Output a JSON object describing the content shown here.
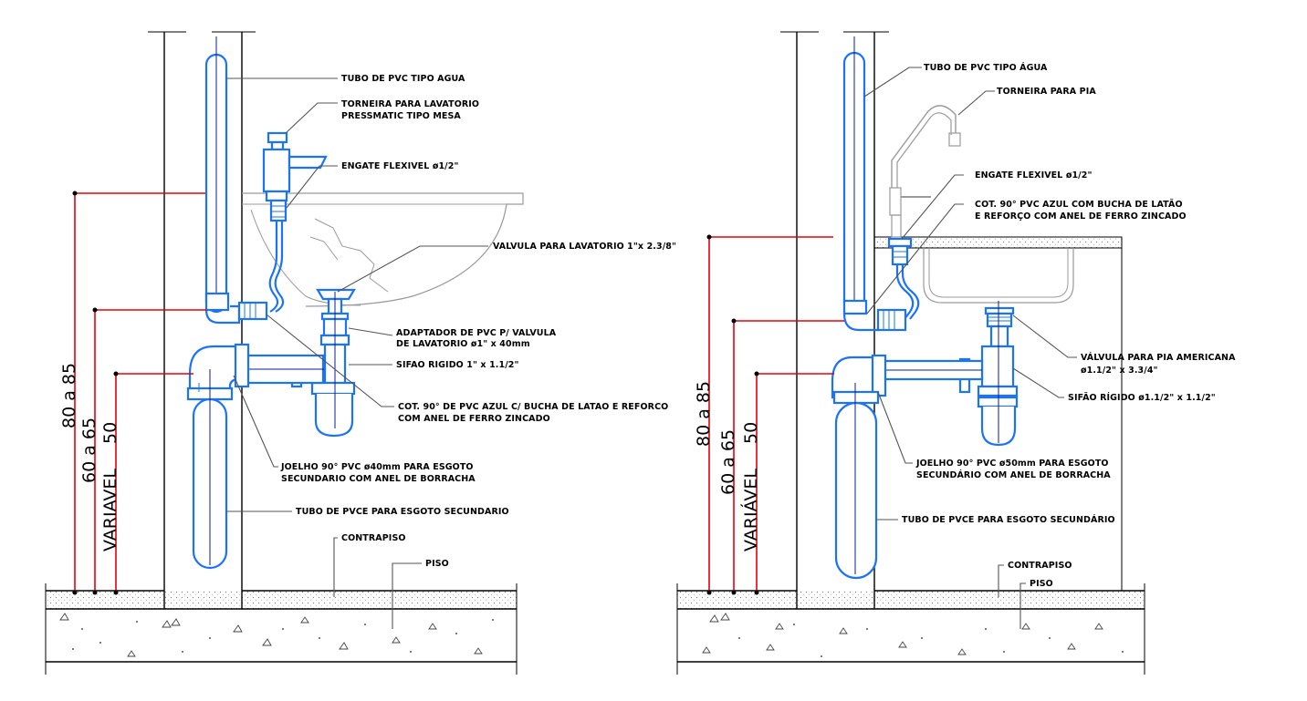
{
  "diagrams": [
    {
      "labels": {
        "tubo_agua": "TUBO DE PVC TIPO AGUA",
        "torneira_1": "TORNEIRA PARA LAVATORIO",
        "torneira_2": "PRESSMATIC TIPO MESA",
        "engate": "ENGATE FLEXIVEL ø1/2\"",
        "valvula": "VALVULA PARA LAVATORIO 1\"x 2.3/8\"",
        "adaptador_1": "ADAPTADOR DE PVC P/ VALVULA",
        "adaptador_2": "DE LAVATORIO ø1\" x 40mm",
        "sifao": "SIFAO RIGIDO 1\" x 1.1/2\"",
        "cotovelo_1": "COT. 90° DE PVC AZUL C/ BUCHA DE LATAO E REFORCO",
        "cotovelo_2": "COM ANEL DE FERRO ZINCADO",
        "joelho_1": "JOELHO 90° PVC ø40mm PARA ESGOTO",
        "joelho_2": "SECUNDARIO COM ANEL DE BORRACHA",
        "tubo_esgoto": "TUBO DE PVCE PARA ESGOTO SECUNDARIO",
        "contrapiso": "CONTRAPISO",
        "piso": "PISO"
      },
      "dims": {
        "d1": "80 a 85",
        "d2": "60 a 65",
        "d3": "50",
        "d4": "VARIAVEL"
      }
    },
    {
      "labels": {
        "tubo_agua": "TUBO DE PVC TIPO ÁGUA",
        "torneira": "TORNEIRA PARA PIA",
        "engate": "ENGATE FLEXIVEL ø1/2\"",
        "cotovelo_1": "COT. 90° PVC AZUL COM BUCHA DE LATÃO",
        "cotovelo_2": "E REFORÇO COM ANEL DE FERRO ZINCADO",
        "valvula_1": "VÁLVULA PARA PIA AMERICANA",
        "valvula_2": "ø1.1/2\" x 3.3/4\"",
        "sifao": "SIFÃO RÍGIDO ø1.1/2\" x 1.1/2\"",
        "joelho_1": "JOELHO 90° PVC ø50mm PARA ESGOTO",
        "joelho_2": "SECUNDÁRIO COM ANEL DE BORRACHA",
        "tubo_esgoto": "TUBO DE PVCE PARA ESGOTO SECUNDÁRIO",
        "contrapiso": "CONTRAPISO",
        "piso": "PISO"
      },
      "dims": {
        "d1": "80 a 85",
        "d2": "60 a 65",
        "d3": "50",
        "d4": "VARIÁVEL"
      }
    }
  ]
}
